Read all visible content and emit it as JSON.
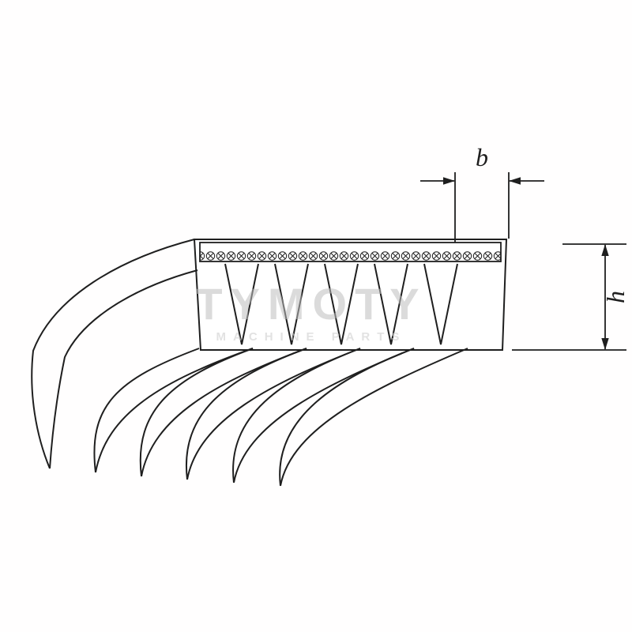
{
  "diagram": {
    "type": "technical-drawing",
    "subject": "poly-v-ribbed-belt-cross-section",
    "rib_groove_count_front_face": 5,
    "rib_tip_count_bottom": 6,
    "cord_band_pattern": "x-in-circle-hatch"
  },
  "labels": {
    "b": "b",
    "h": "h"
  },
  "watermark": {
    "line1": "TYMOTY",
    "line2": "MACHINE PARTS"
  },
  "colors": {
    "line": "#1f1f1f",
    "background": "#fffefe",
    "belt_fill": "#ffffff",
    "watermark_primary": "#bdbdbd",
    "watermark_secondary": "#cfcfcf"
  }
}
